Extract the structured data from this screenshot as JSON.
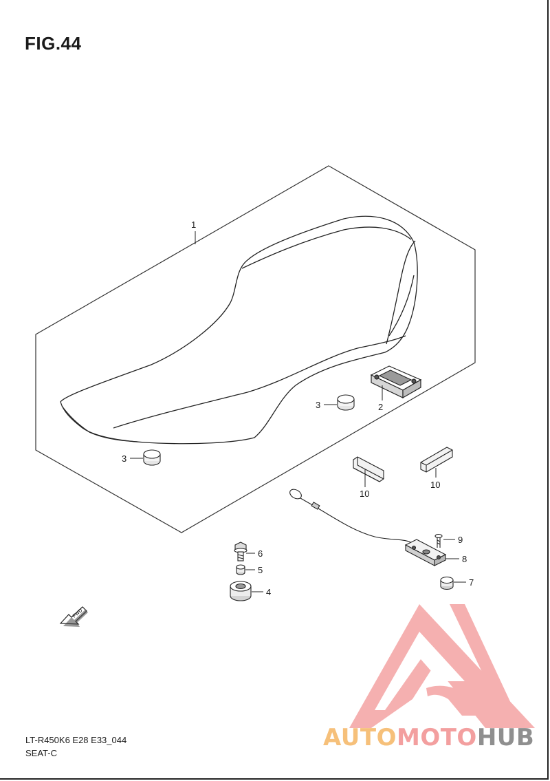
{
  "figure": {
    "title": "FIG.44"
  },
  "callouts": {
    "seat": "1",
    "bracket": "2",
    "cushion_a": "3",
    "cushion_b": "3",
    "collar": "4",
    "spacer": "5",
    "bolt": "6",
    "grommet": "7",
    "plate": "8",
    "screw": "9",
    "band_a": "10",
    "band_b": "10"
  },
  "fwd_label": "FWD",
  "footer": {
    "code": "LT-R450K6 E28 E33_044",
    "name": "SEAT-C"
  },
  "watermark": {
    "part1": "AUTO",
    "part2": "MOTO",
    "part3": "HUB",
    "colors": {
      "auto": "#f6c07a",
      "moto": "#f39f9f",
      "hub": "#8f8f8f",
      "logo": "#f4a3a3"
    }
  }
}
